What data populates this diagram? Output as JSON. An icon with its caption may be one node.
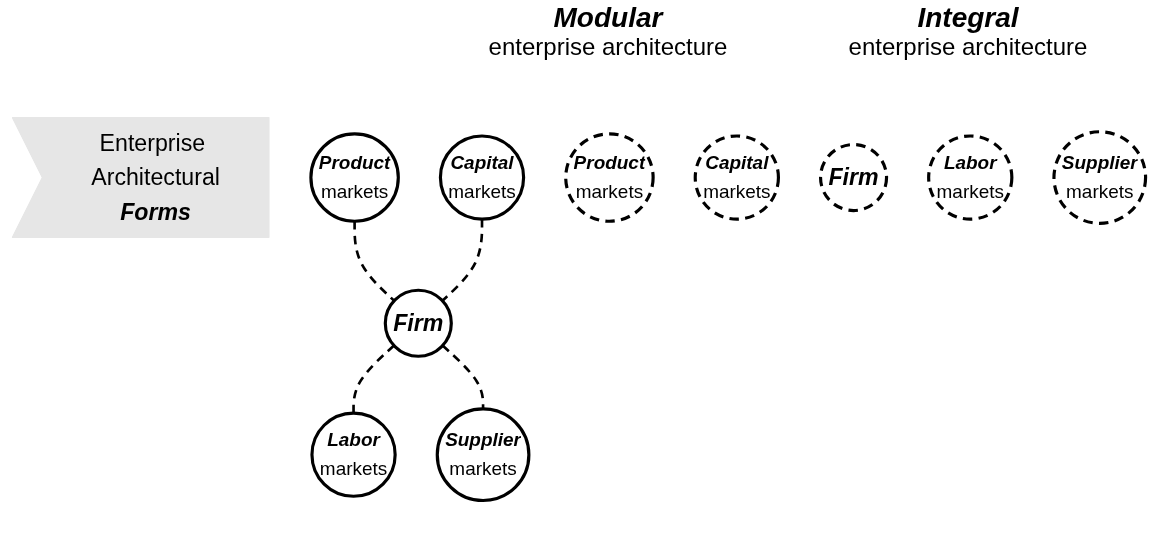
{
  "diagram": {
    "nodes": [
      {
        "text": [
          "Enterprise Architectural",
          "Forms"
        ]
      },
      {
        "text": [
          "Product",
          "markets"
        ]
      },
      {
        "text": [
          "Capital",
          "markets"
        ]
      },
      {
        "text": [
          "Firm"
        ]
      },
      {
        "text": [
          "Labor",
          "markets"
        ]
      },
      {
        "text": [
          "Supplier",
          "markets"
        ]
      },
      {
        "text": [
          "Product",
          "markets"
        ]
      },
      {
        "text": [
          "Capital",
          "markets"
        ]
      },
      {
        "text": [
          "Firm"
        ]
      },
      {
        "text": [
          "Labor",
          "markets"
        ]
      },
      {
        "text": [
          "Supplier",
          "markets"
        ]
      }
    ],
    "edges": [
      {
        "from": 1,
        "to": 3,
        "arrow": "none",
        "style": "dashed"
      },
      {
        "from": 2,
        "to": 3,
        "arrow": "none",
        "style": "dashed"
      },
      {
        "from": 3,
        "to": 4,
        "arrow": "none",
        "style": "dashed"
      },
      {
        "from": 3,
        "to": 5,
        "arrow": "none",
        "style": "dashed"
      }
    ],
    "labels": [
      "Modular",
      "enterprise architecture",
      "Integral",
      "enterprise architecture"
    ]
  }
}
